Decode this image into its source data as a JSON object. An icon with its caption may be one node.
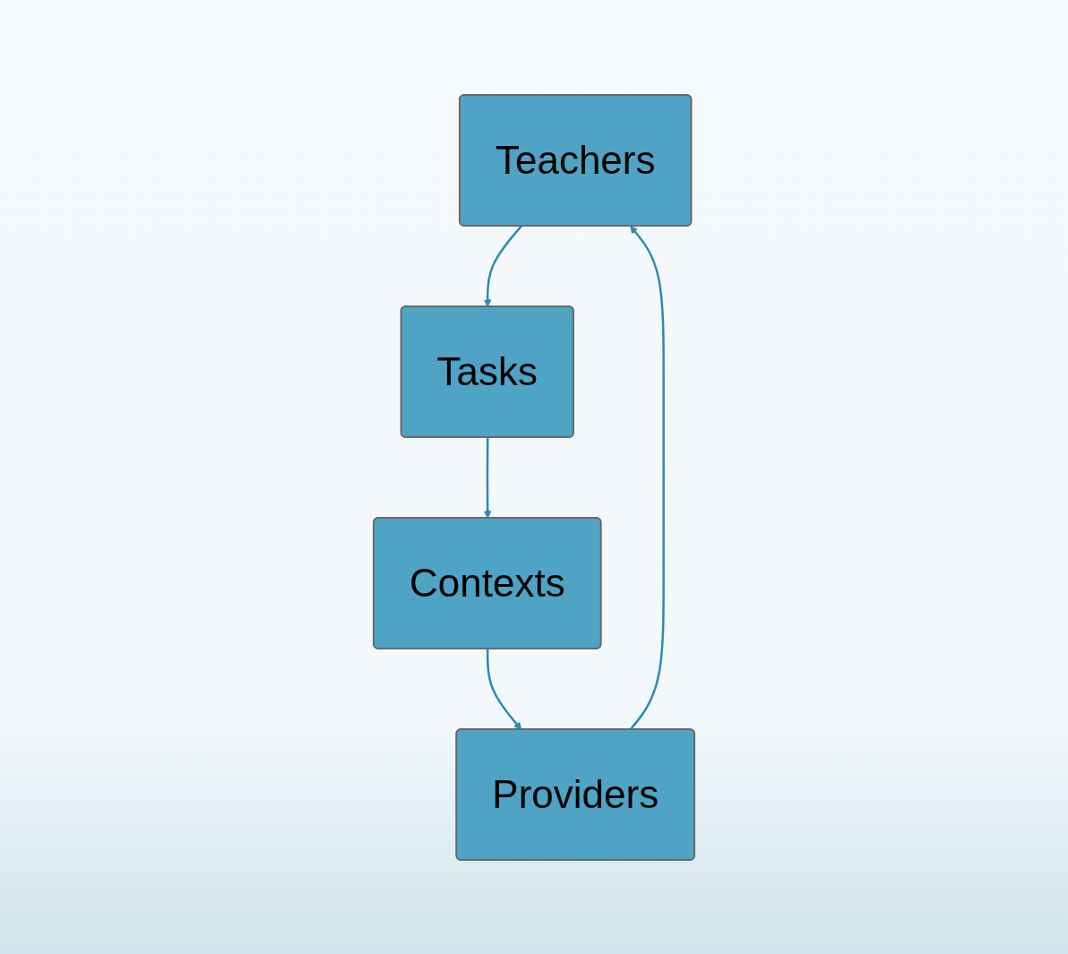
{
  "diagram": {
    "nodes": [
      {
        "text": [
          "Teachers"
        ]
      },
      {
        "text": [
          "Tasks"
        ]
      },
      {
        "text": [
          "Contexts"
        ]
      },
      {
        "text": [
          "Providers"
        ]
      }
    ],
    "edges": [
      {
        "from": 0,
        "to": 1,
        "arrow": "to"
      },
      {
        "from": 1,
        "to": 2,
        "arrow": "to"
      },
      {
        "from": 2,
        "to": 3,
        "arrow": "to"
      },
      {
        "from": 3,
        "to": 0,
        "arrow": "to"
      }
    ]
  }
}
